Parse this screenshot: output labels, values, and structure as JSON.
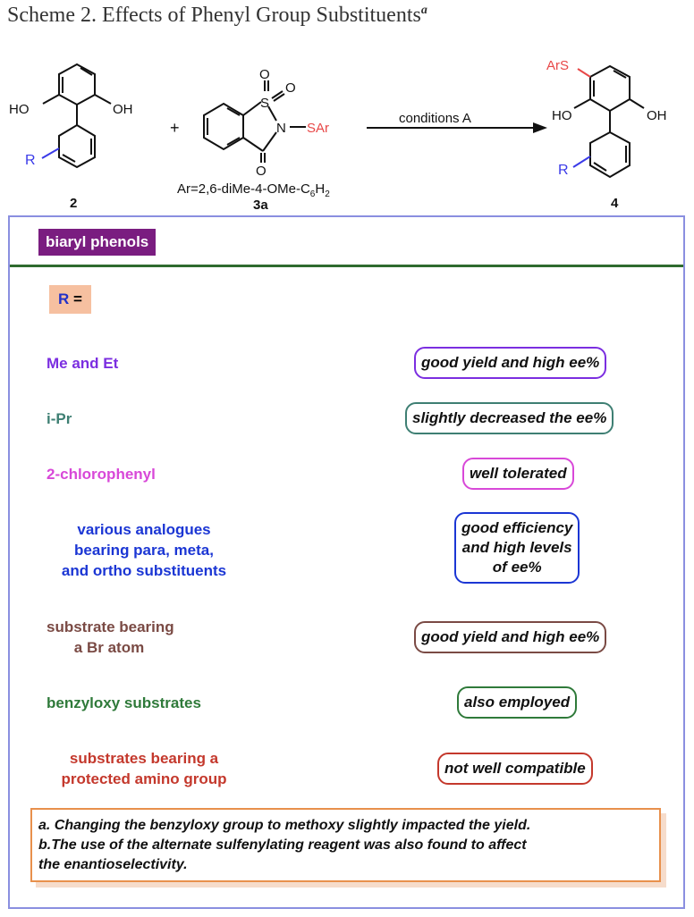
{
  "title": {
    "text": "Scheme 2. Effects of Phenyl Group Substituents",
    "sup": "a"
  },
  "scheme": {
    "compound2": {
      "oh_left": "HO",
      "oh_right": "OH",
      "r": "R",
      "number": "2"
    },
    "plus": "+",
    "reagent3a": {
      "s": "S",
      "o": "O",
      "n": "N",
      "sar": "SAr",
      "ar_def": "Ar=2,6-diMe-4-OMe-C",
      "ar_sub": "6",
      "ar_mid": "H",
      "ar_sub2": "2",
      "number": "3a"
    },
    "arrow_label": "conditions A",
    "product4": {
      "ars": "ArS",
      "ho": "HO",
      "oh": "OH",
      "r": "R",
      "number": "4"
    }
  },
  "panel": {
    "tag": "biaryl phenols",
    "r_label": {
      "r": "R",
      "eq": " ="
    },
    "rows": [
      {
        "substituent": "Me and Et",
        "result": "good yield and high ee%",
        "color": "#7b2ee0"
      },
      {
        "substituent": "i-Pr",
        "result": "slightly decreased the ee%",
        "color": "#3e7f73"
      },
      {
        "substituent": "2-chlorophenyl",
        "result": "well tolerated",
        "color": "#d848d8"
      },
      {
        "substituent": [
          "various analogues",
          "bearing para, meta,",
          "and ortho substituents"
        ],
        "result": [
          "good efficiency",
          "and high levels",
          "of ee%"
        ],
        "color": "#1b36d4"
      },
      {
        "substituent": [
          "substrate bearing",
          "a Br atom"
        ],
        "result": "good yield and high ee%",
        "color": "#7a4a44"
      },
      {
        "substituent": "benzyloxy substrates",
        "result": "also employed",
        "color": "#2f7a3a"
      },
      {
        "substituent": [
          "substrates bearing a",
          "protected amino group"
        ],
        "result": "not well compatible",
        "color": "#c4382c"
      }
    ],
    "notes": [
      "a. Changing the benzyloxy group to methoxy slightly impacted the yield.",
      "b.The use of the alternate sulfenylating reagent was also found to affect",
      "the enantioselectivity."
    ]
  },
  "colors": {
    "title": "#333333",
    "red_label": "#e84848",
    "blue_label": "#3a3ae8",
    "panel_border": "#8a8fe0",
    "divider": "#2e6b2e",
    "tag_bg": "#7a1d80",
    "r_label_bg": "#f6c0a0",
    "notes_border": "#e8904c"
  }
}
